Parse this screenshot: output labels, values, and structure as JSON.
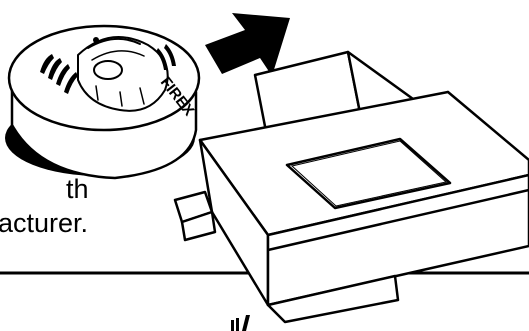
{
  "caption": {
    "line1": "th",
    "line2": "acturer."
  },
  "detector": {
    "brand": "FIREX"
  },
  "colors": {
    "ink": "#000000",
    "paper": "#ffffff",
    "window": "#ffffff"
  }
}
